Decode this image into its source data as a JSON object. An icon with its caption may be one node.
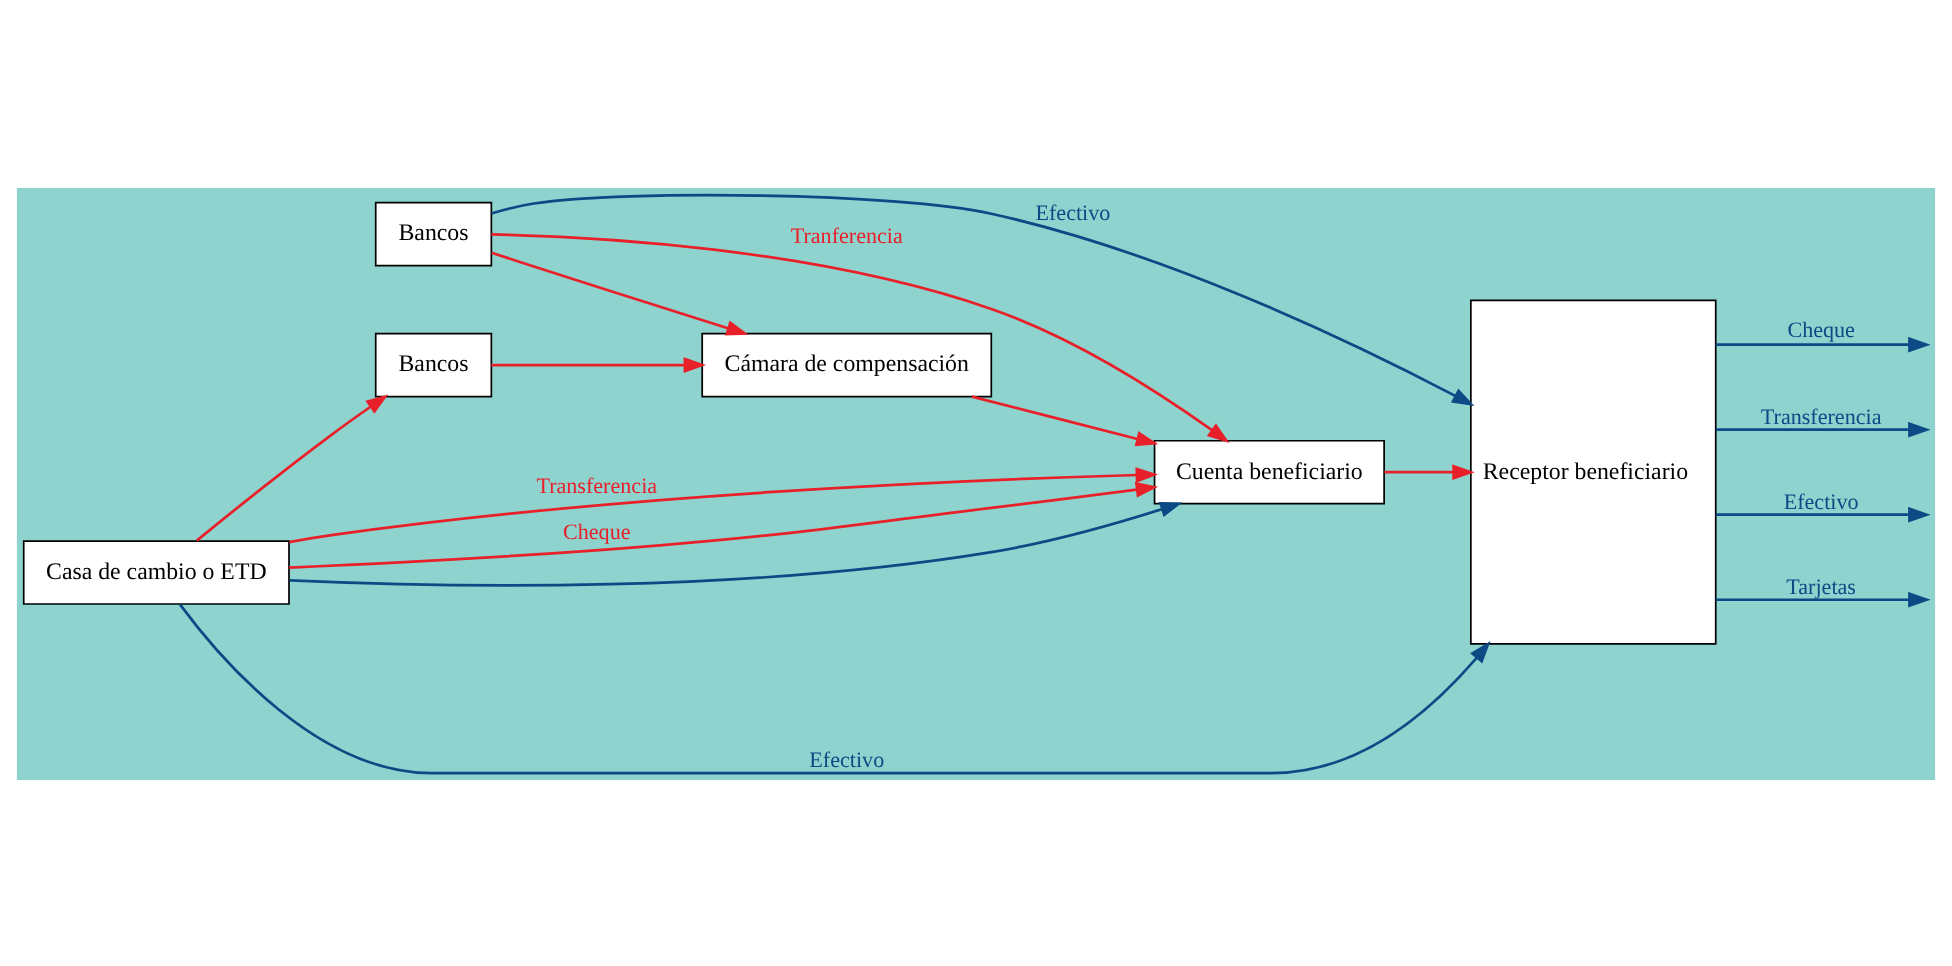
{
  "diagram": {
    "nodes": [
      {
        "text": [
          "Bancos"
        ]
      },
      {
        "text": [
          "Cámara de compensación"
        ]
      },
      {
        "text": [
          "Cuenta beneficiario"
        ]
      },
      {
        "text": [
          "Bancos"
        ]
      },
      {
        "text": [
          "Casa de cambio o ETD"
        ]
      },
      {
        "text": [
          "Receptor beneficiario"
        ]
      }
    ],
    "edges": [
      {
        "from": 0,
        "to": 5,
        "arrow": "to",
        "label": "Efectivo",
        "color": "#0b4a85"
      },
      {
        "from": 0,
        "to": 2,
        "arrow": "to",
        "label": "Tranferencia"
      },
      {
        "from": 0,
        "to": 1,
        "arrow": "to"
      },
      {
        "from": 1,
        "to": 2,
        "arrow": "to"
      },
      {
        "from": 2,
        "to": 5,
        "arrow": "to"
      },
      {
        "from": 3,
        "to": 1,
        "arrow": "to"
      },
      {
        "from": 4,
        "to": 2,
        "arrow": "to",
        "label": "Transferencia"
      },
      {
        "from": 4,
        "to": 2,
        "arrow": "to",
        "label": "Cheque"
      },
      {
        "from": 4,
        "to": 3,
        "arrow": "to"
      },
      {
        "from": 4,
        "to": 5,
        "arrow": "to",
        "label": "Efectivo",
        "color": "#0b4a85"
      },
      {
        "from": 4,
        "to": 2,
        "arrow": "to",
        "color": "#0b4a85"
      },
      {
        "from": 5,
        "to": null,
        "arrow": "to",
        "label": "Cheque",
        "color": "#0b4a85"
      },
      {
        "from": 5,
        "to": null,
        "arrow": "to",
        "label": "Transferencia",
        "color": "#0b4a85"
      },
      {
        "from": 5,
        "to": null,
        "arrow": "to",
        "label": "Efectivo",
        "color": "#0b4a85"
      },
      {
        "from": 5,
        "to": null,
        "arrow": "to",
        "label": "Tarjetas",
        "color": "#0b4a85"
      }
    ]
  }
}
